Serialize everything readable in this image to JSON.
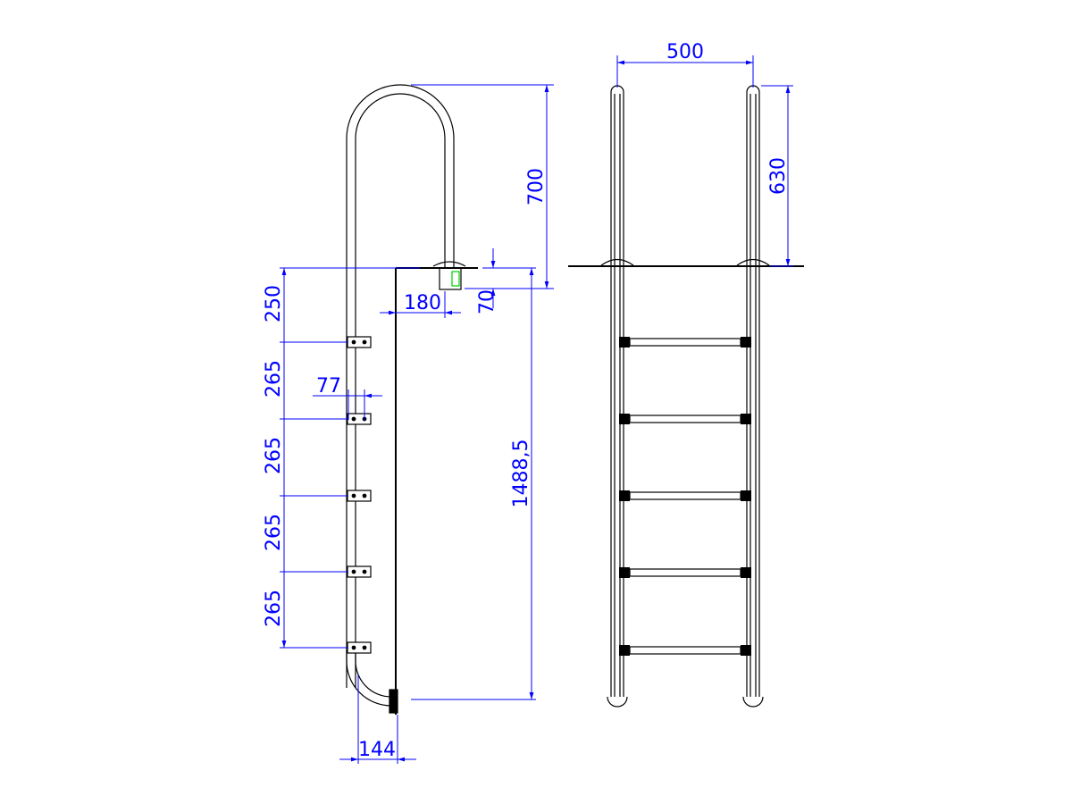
{
  "colors": {
    "outline": "#000000",
    "dimension": "#0000ff",
    "accent": "#00cc00",
    "background": "#ffffff"
  },
  "side_view": {
    "dimensions": {
      "handrail_height": "700",
      "deck_offset": "180",
      "deck_drop": "70",
      "first_step": "250",
      "step_spacing_1": "265",
      "step_spacing_2": "265",
      "step_spacing_3": "265",
      "step_spacing_4": "265",
      "tread_depth": "77",
      "total_depth": "1488,5",
      "bottom_offset": "144"
    },
    "step_count": 5
  },
  "front_view": {
    "dimensions": {
      "width": "500",
      "rail_height": "630"
    },
    "step_count": 5
  }
}
